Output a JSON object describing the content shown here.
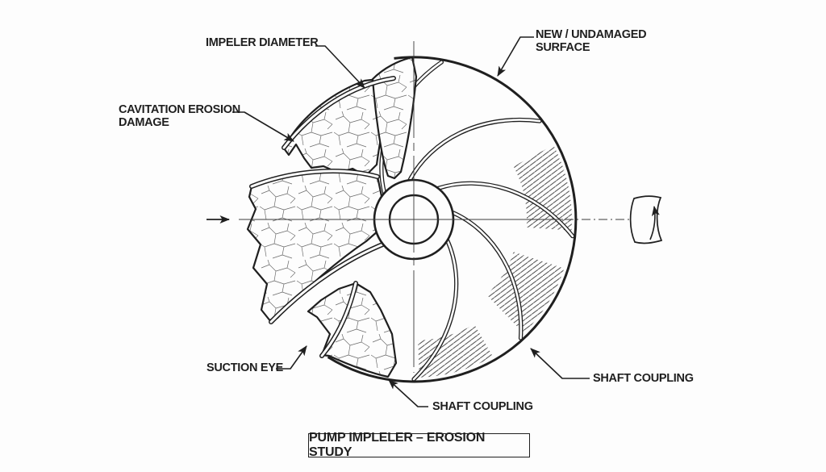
{
  "canvas": {
    "background": "#fdfdfd",
    "ink": "#1f1f1f"
  },
  "labels": {
    "impeller_diameter": "IMPELER DIAMETER",
    "new_undamaged_line1": "NEW / UNDAMAGED",
    "new_undamaged_line2": "SURFACE",
    "cavitation_line1": "CAVITATION EROSION",
    "cavitation_line2": "DAMAGE",
    "suction_eye": "SUCTION EYE",
    "shaft_coupling_center": "SHAFT COUPLING",
    "shaft_coupling_right": "SHAFT COUPLING"
  },
  "title": {
    "text": "PUMP IMPLELER – EROSION STUDY"
  },
  "icons": {
    "rotation_direction": "rotation-arrow",
    "flow_direction": "flow-arrow"
  }
}
